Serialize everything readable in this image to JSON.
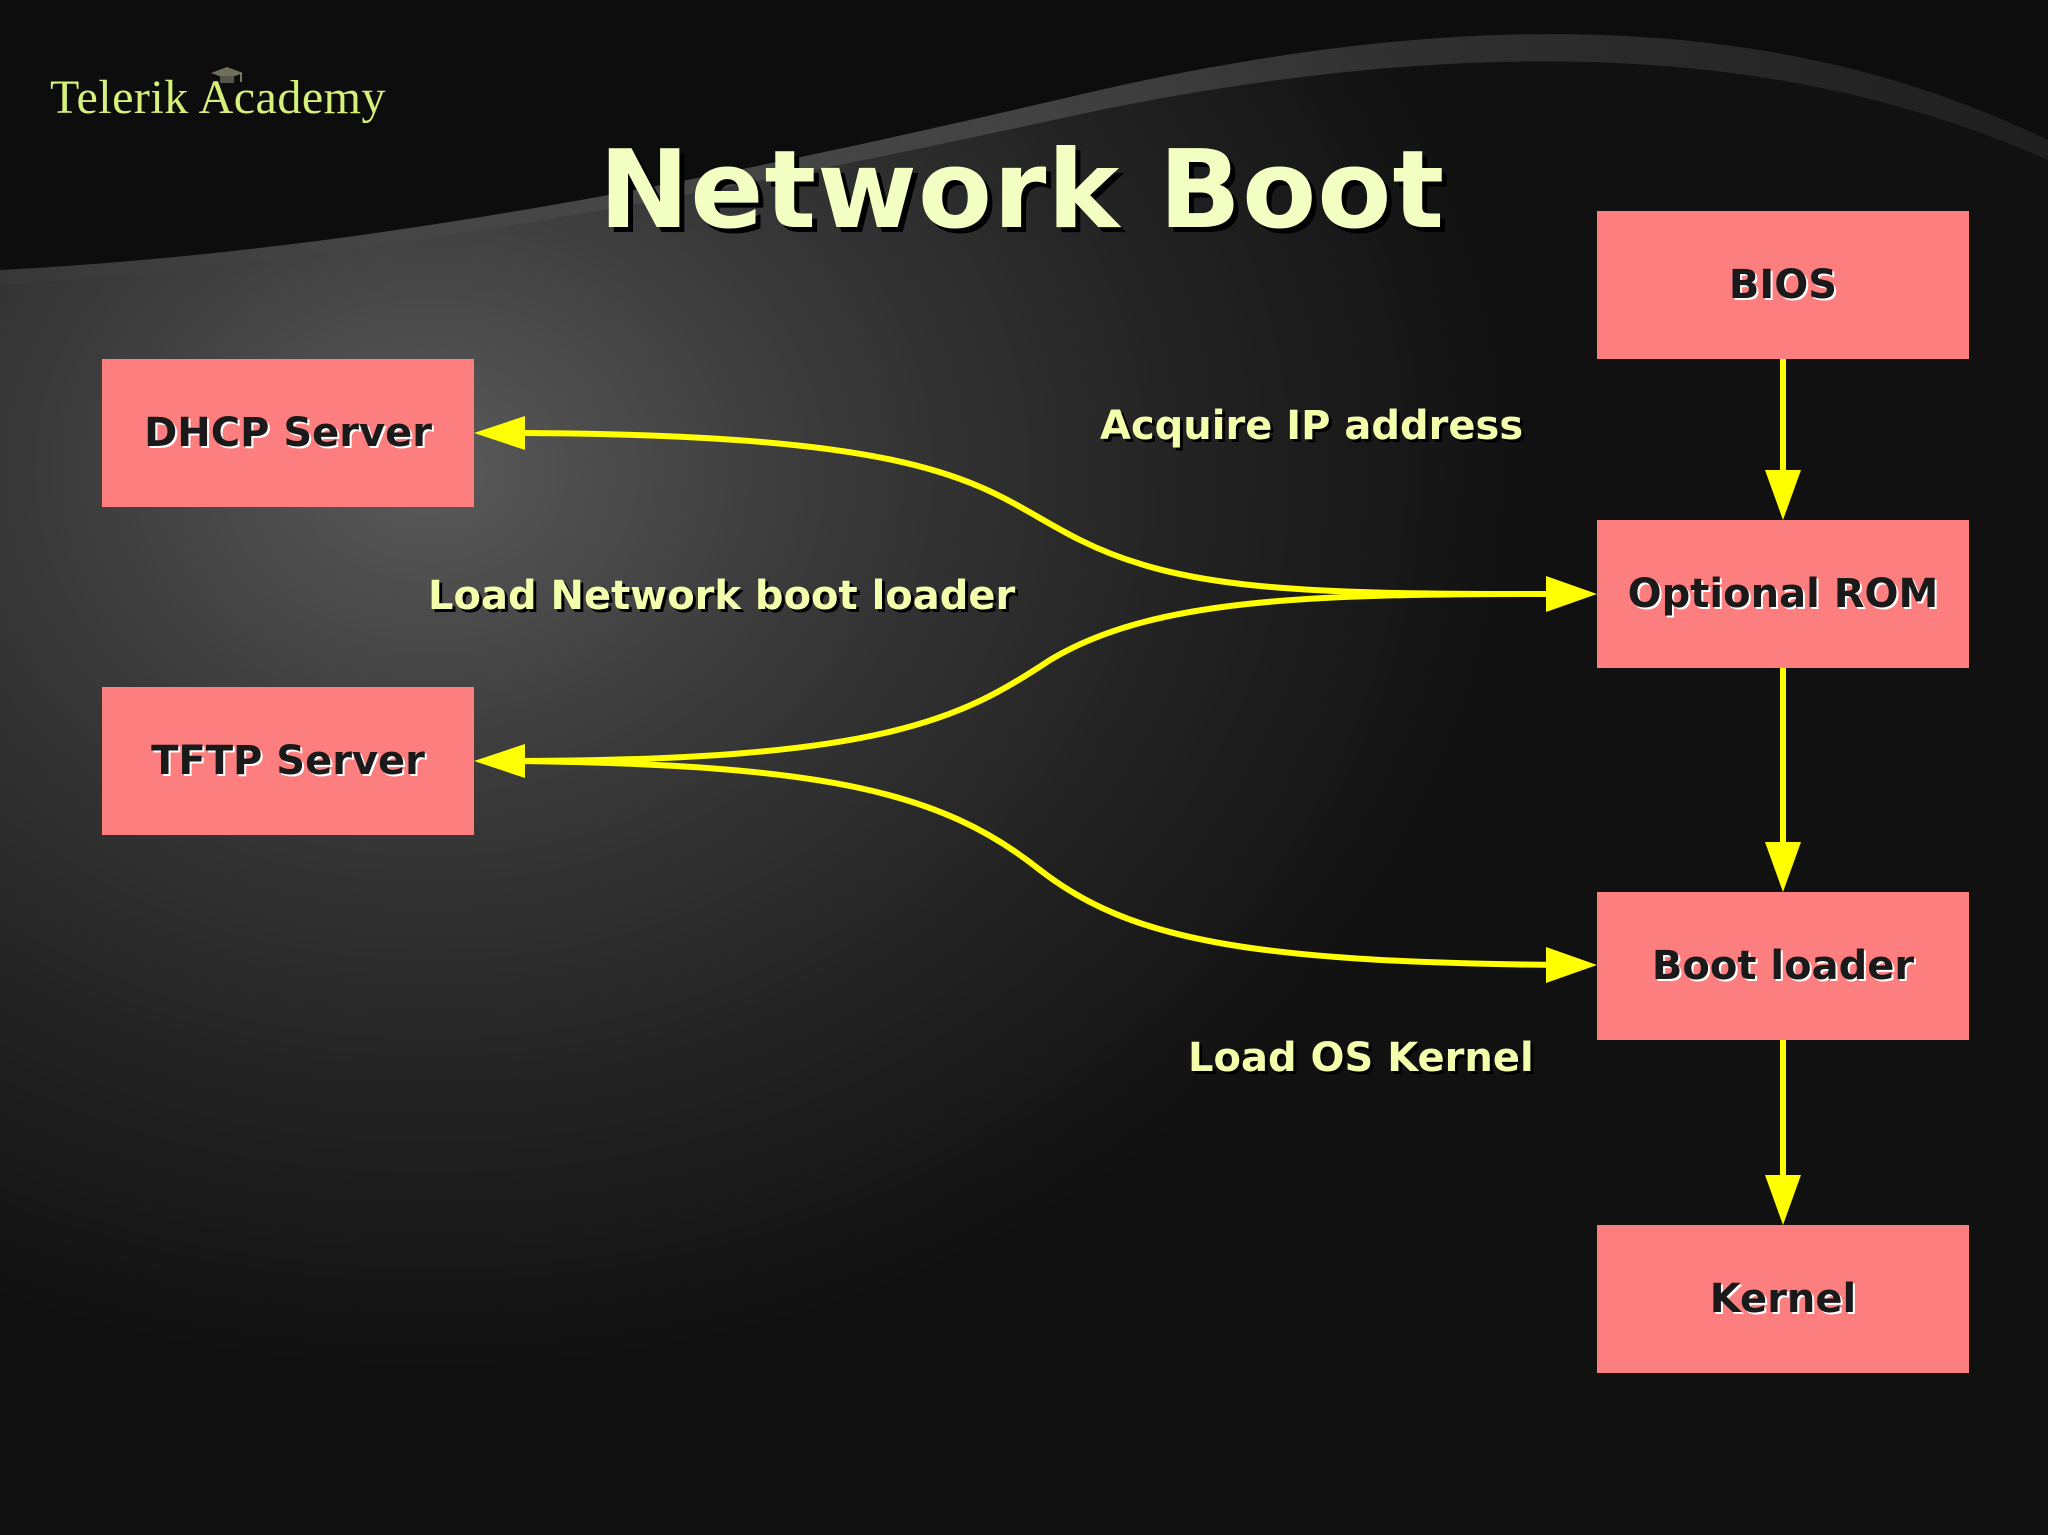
{
  "slide": {
    "logo": "Telerik Academy",
    "title": "Network Boot"
  },
  "diagram": {
    "nodes": {
      "bios": "BIOS",
      "optional_rom": "Optional ROM",
      "boot_loader": "Boot loader",
      "kernel": "Kernel",
      "dhcp_server": "DHCP Server",
      "tftp_server": "TFTP Server"
    },
    "edge_labels": {
      "acquire_ip": "Acquire IP address",
      "load_network_boot_loader": "Load Network boot loader",
      "load_os_kernel": "Load OS Kernel"
    },
    "colors": {
      "node_fill": "#fd7e7e",
      "connector": "#ffff00",
      "label_text": "#f3ffab",
      "title_text": "#f3ffc2",
      "logo_text": "#d7f07a"
    }
  }
}
